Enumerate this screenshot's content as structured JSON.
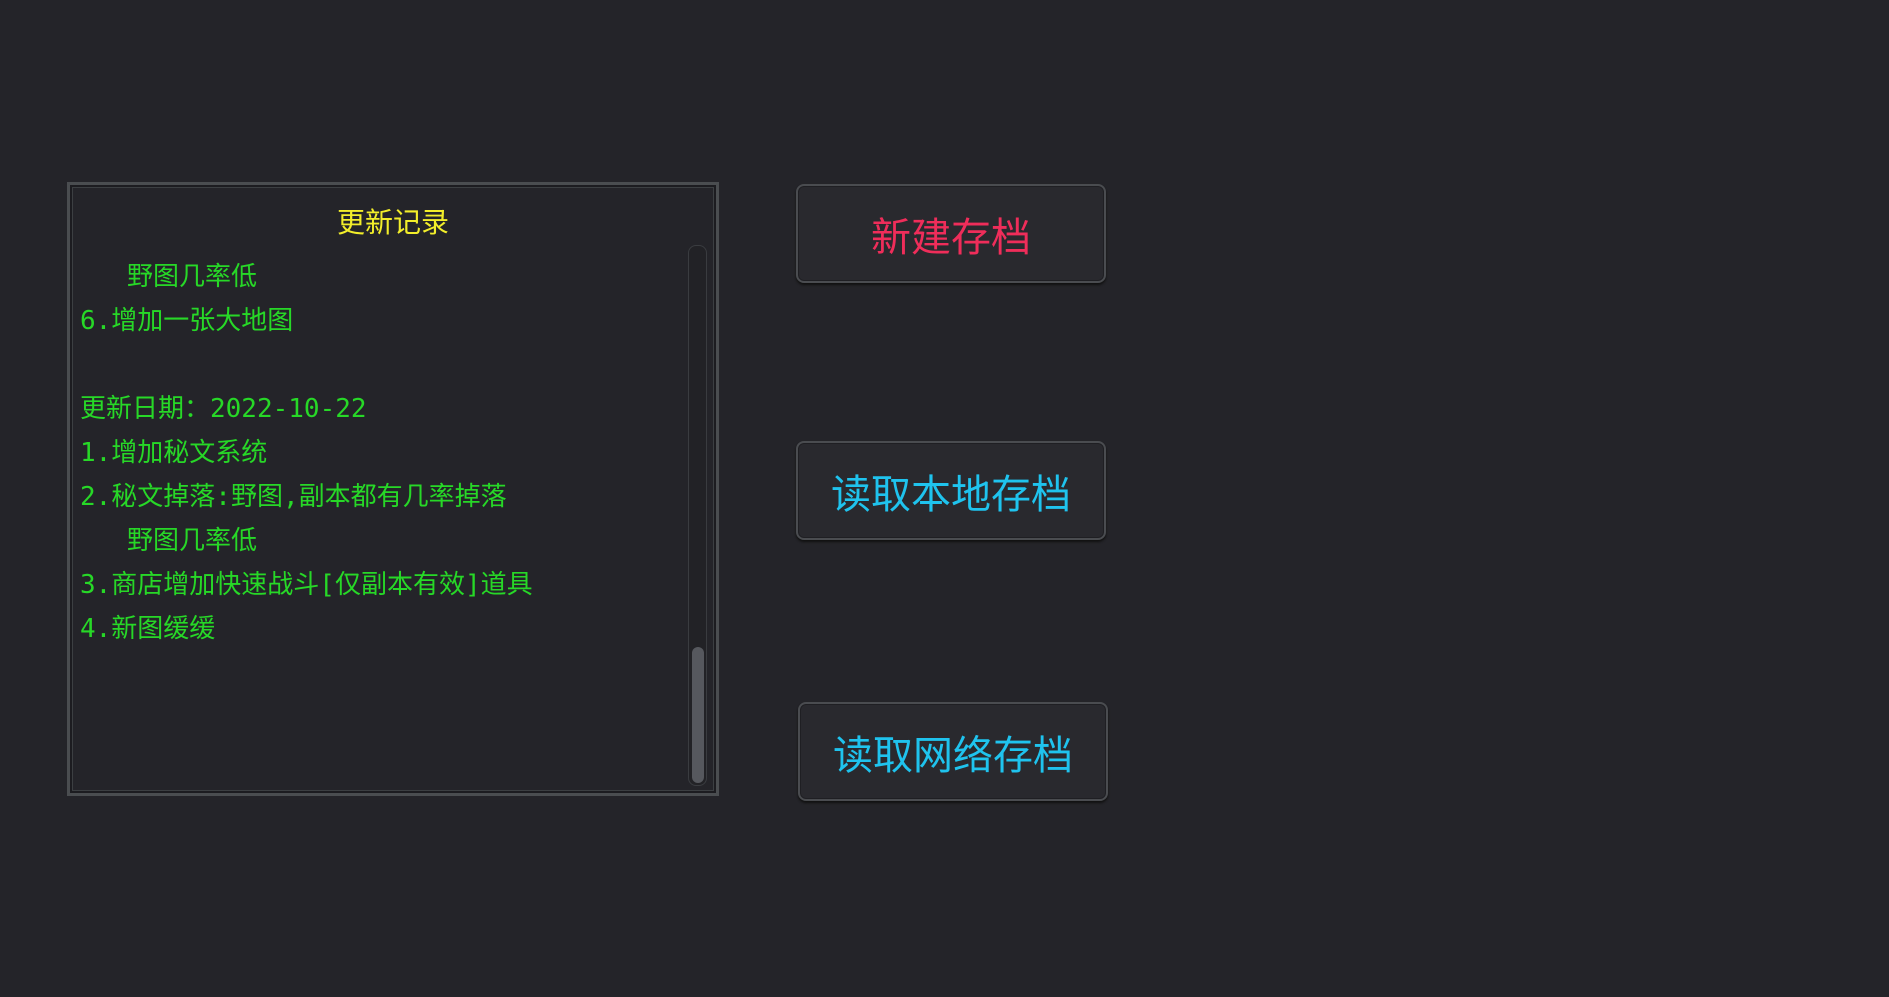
{
  "changelog": {
    "title": "更新记录",
    "lines": [
      "   野图几率低",
      "6.增加一张大地图",
      "",
      "更新日期：2022-10-22",
      "1.增加秘文系统",
      "2.秘文掉落:野图,副本都有几率掉落",
      "   野图几率低",
      "3.商店增加快速战斗[仅副本有效]道具",
      "4.新图缓缓"
    ],
    "text_color": "#27d827",
    "title_color": "#f2ee2a"
  },
  "menu": {
    "new_save": "新建存档",
    "load_local": "读取本地存档",
    "load_network": "读取网络存档",
    "new_save_color": "#ef2d5a",
    "load_color": "#1fc3ee"
  }
}
